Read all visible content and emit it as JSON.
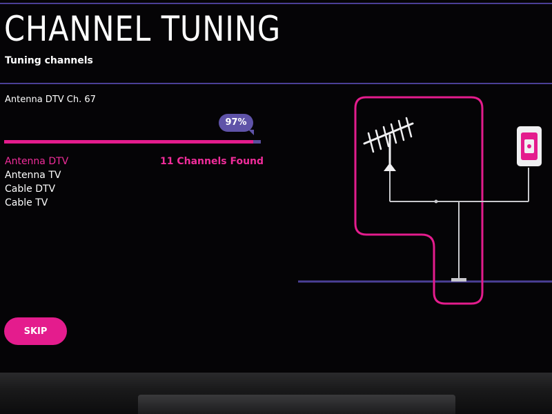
{
  "header": {
    "title": "CHANNEL TUNING",
    "subtitle": "Tuning channels"
  },
  "tuning": {
    "current_channel": "Antenna DTV Ch. 67",
    "progress_label": "97%",
    "progress_value": 0.97,
    "channels_found": "11 Channels Found",
    "sources": [
      {
        "label": "Antenna DTV",
        "active": true
      },
      {
        "label": "Antenna TV",
        "active": false
      },
      {
        "label": "Cable DTV",
        "active": false
      },
      {
        "label": "Cable TV",
        "active": false
      }
    ]
  },
  "actions": {
    "skip_label": "SKIP"
  },
  "colors": {
    "accent": "#e41c8d",
    "accent_text": "#f02c9a",
    "divider": "#4b3f96",
    "bubble": "#5f53a8"
  },
  "icons": {
    "antenna": "antenna-icon",
    "wall_outlet": "wall-outlet-icon"
  }
}
